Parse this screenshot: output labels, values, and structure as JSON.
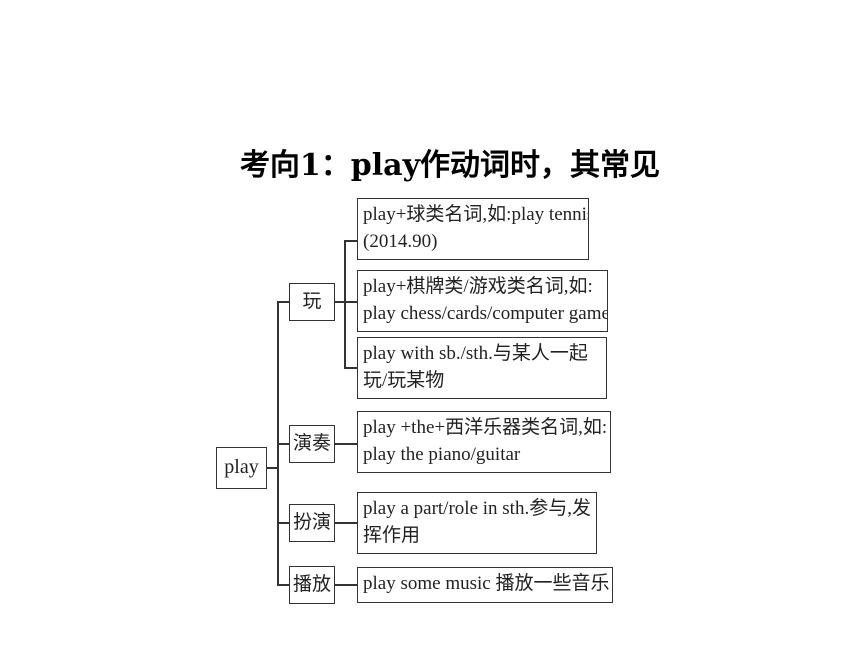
{
  "title": "考向1：play作动词时，其常见",
  "root": {
    "label": "play"
  },
  "branches": [
    {
      "label": "玩",
      "items": [
        {
          "lines": [
            "play+球类名词,如:play tennis",
            "(2014.90)"
          ]
        },
        {
          "lines": [
            "play+棋牌类/游戏类名词,如:",
            "play chess/cards/computer games"
          ]
        },
        {
          "lines": [
            "play with sb./sth.与某人一起",
            "玩/玩某物"
          ]
        }
      ]
    },
    {
      "label": "演奏",
      "items": [
        {
          "lines": [
            "play +the+西洋乐器类名词,如:",
            "play the piano/guitar"
          ]
        }
      ]
    },
    {
      "label": "扮演",
      "items": [
        {
          "lines": [
            "play a part/role in sth.参与,发",
            "挥作用"
          ]
        }
      ]
    },
    {
      "label": "播放",
      "items": [
        {
          "lines": [
            "play some music 播放一些音乐"
          ]
        }
      ]
    }
  ]
}
